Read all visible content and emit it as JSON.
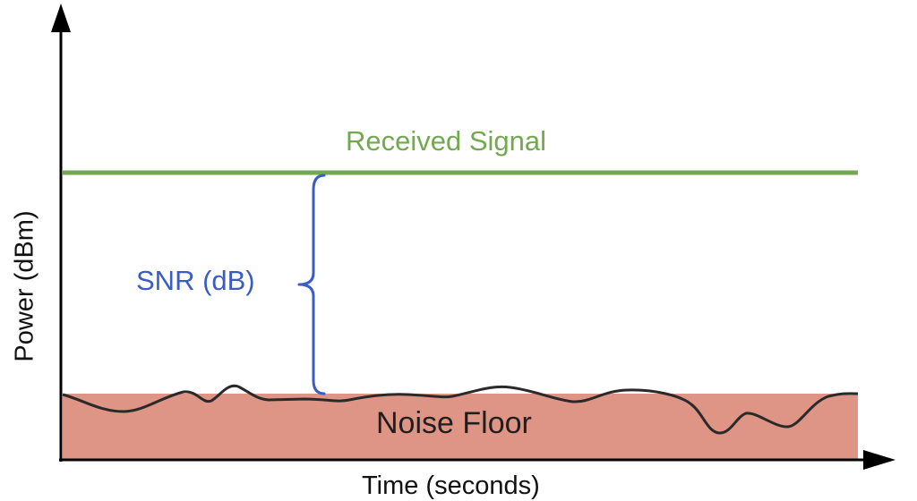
{
  "diagram": {
    "signal_label": "Received Signal",
    "snr_label": "SNR (dB)",
    "noise_label": "Noise Floor",
    "x_axis_label": "Time (seconds)",
    "y_axis_label": "Power (dBm)",
    "colors": {
      "signal": "#72a94f",
      "snr": "#3b5cc4",
      "noise_fill": "#de9585",
      "noise_line": "#2a2a2a",
      "axis": "#000000"
    }
  }
}
